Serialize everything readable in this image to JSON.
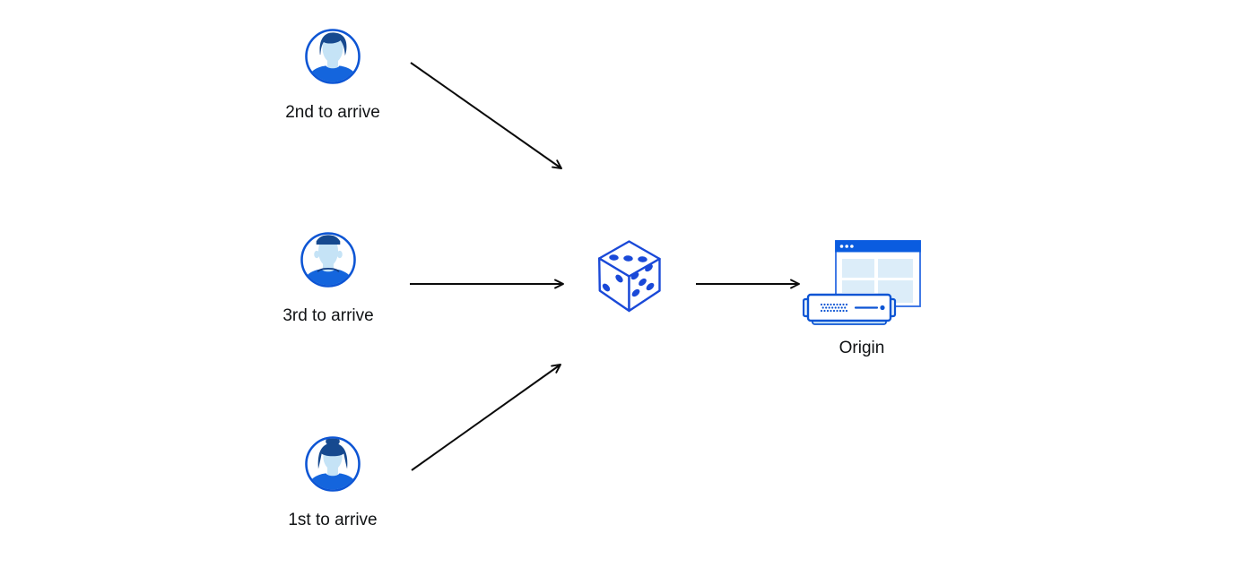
{
  "palette": {
    "outline_blue": "#0d55d4",
    "dice_blue": "#1a49d8",
    "hair_navy": "#16498f",
    "skin_light_blue": "#c5e3f6",
    "shirt_blue": "#1465dd",
    "titlebar_blue": "#0a5ce0",
    "window_border_blue": "#2d6ce4",
    "panel_light_blue": "#dcedf9",
    "server_base_blue": "#cfe8f8",
    "arrow_color": "#0b0b0b",
    "label_color": "#101214",
    "background": "#ffffff"
  },
  "nodes": {
    "user_second": {
      "label": "2nd to arrive",
      "icon": "avatar-male-swoop-hair"
    },
    "user_third": {
      "label": "3rd to arrive",
      "icon": "avatar-male-flattop-hair"
    },
    "user_first": {
      "label": "1st to arrive",
      "icon": "avatar-female-bun-hair"
    },
    "dice": {
      "label": "",
      "icon": "dice-three-faces"
    },
    "origin": {
      "label": "Origin",
      "icon": "origin-browser-and-server"
    }
  },
  "edges": [
    {
      "from": "user_second",
      "to": "dice"
    },
    {
      "from": "user_third",
      "to": "dice"
    },
    {
      "from": "user_first",
      "to": "dice"
    },
    {
      "from": "dice",
      "to": "origin"
    }
  ]
}
